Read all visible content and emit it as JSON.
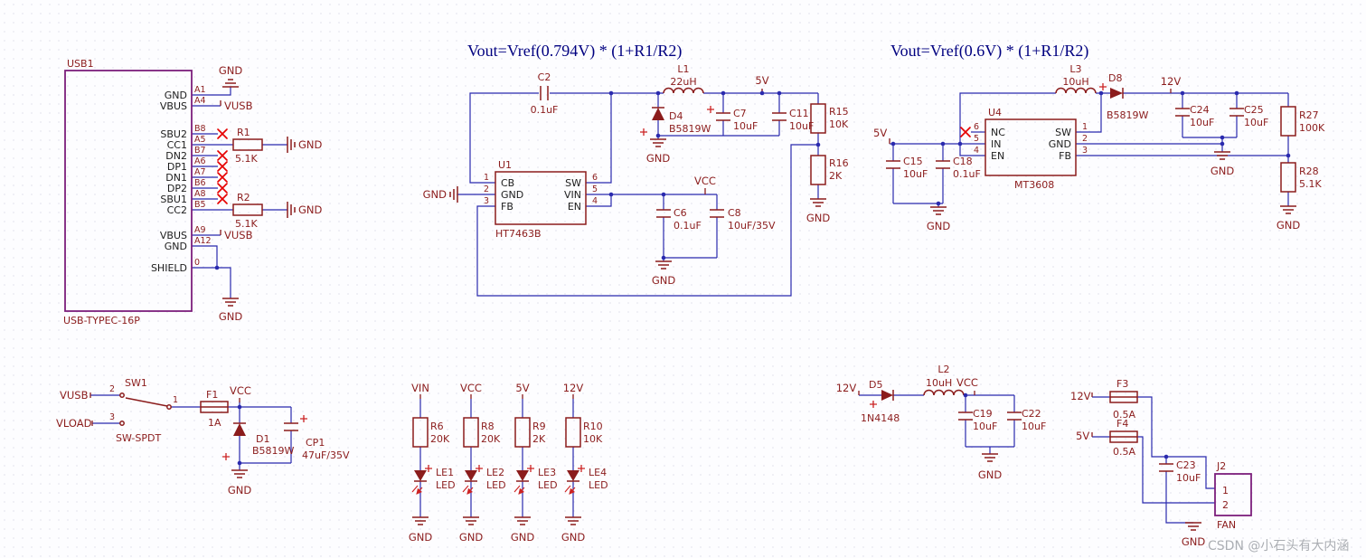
{
  "titles": {
    "buck": "Vout=Vref(0.794V) * (1+R1/R2)",
    "boost": "Vout=Vref(0.6V) * (1+R1/R2)"
  },
  "watermark": "CSDN @小石头有大内涵",
  "usb": {
    "refdes": "USB1",
    "part": "USB-TYPEC-16P",
    "pins": [
      {
        "name": "GND",
        "num": "A1"
      },
      {
        "name": "VBUS",
        "num": "A4"
      },
      {
        "name": "SBU2",
        "num": "B8"
      },
      {
        "name": "CC1",
        "num": "A5"
      },
      {
        "name": "DN2",
        "num": "B7"
      },
      {
        "name": "DP1",
        "num": "A6"
      },
      {
        "name": "DN1",
        "num": "A7"
      },
      {
        "name": "DP2",
        "num": "B6"
      },
      {
        "name": "SBU1",
        "num": "A8"
      },
      {
        "name": "CC2",
        "num": "B5"
      },
      {
        "name": "VBUS",
        "num": "A9"
      },
      {
        "name": "GND",
        "num": "A12"
      },
      {
        "name": "SHIELD",
        "num": "0"
      }
    ],
    "gnd_top": "GND",
    "vusb_top": "VUSB",
    "r1": {
      "ref": "R1",
      "val": "5.1K"
    },
    "r1_gnd": "GND",
    "r2": {
      "ref": "R2",
      "val": "5.1K"
    },
    "r2_gnd": "GND",
    "vusb_bottom": "VUSB",
    "gnd_bottom": "GND"
  },
  "buck": {
    "c2": {
      "ref": "C2",
      "val": "0.1uF"
    },
    "u1": {
      "refdes": "U1",
      "part": "HT7463B",
      "left_pins": [
        {
          "num": "1",
          "name": "CB"
        },
        {
          "num": "2",
          "name": "GND"
        },
        {
          "num": "3",
          "name": "FB"
        }
      ],
      "right_pins": [
        {
          "num": "6",
          "name": "SW"
        },
        {
          "num": "5",
          "name": "VIN"
        },
        {
          "num": "4",
          "name": "EN"
        }
      ]
    },
    "gnd_left": "GND",
    "d4": {
      "ref": "D4",
      "val": "B5819W"
    },
    "gnd_d4": "GND",
    "l1": {
      "ref": "L1",
      "val": "22uH"
    },
    "c7": {
      "ref": "C7",
      "val": "10uF"
    },
    "net_5v": "5V",
    "c11": {
      "ref": "C11",
      "val": "10uF"
    },
    "r15": {
      "ref": "R15",
      "val": "10K"
    },
    "r16": {
      "ref": "R16",
      "val": "2K"
    },
    "gnd_r16": "GND",
    "net_vcc": "VCC",
    "c6": {
      "ref": "C6",
      "val": "0.1uF"
    },
    "c8": {
      "ref": "C8",
      "val": "10uF/35V"
    },
    "gnd_c": "GND"
  },
  "boost": {
    "net_5v": "5V",
    "c15": {
      "ref": "C15",
      "val": "10uF"
    },
    "c18": {
      "ref": "C18",
      "val": "0.1uF"
    },
    "gnd_c": "GND",
    "u4": {
      "refdes": "U4",
      "part": "MT3608",
      "left_pins": [
        {
          "num": "6",
          "name": "NC"
        },
        {
          "num": "5",
          "name": "IN"
        },
        {
          "num": "4",
          "name": "EN"
        }
      ],
      "right_pins": [
        {
          "num": "1",
          "name": "SW"
        },
        {
          "num": "2",
          "name": "GND"
        },
        {
          "num": "3",
          "name": "FB"
        }
      ]
    },
    "l3": {
      "ref": "L3",
      "val": "10uH"
    },
    "d8": {
      "ref": "D8",
      "val": "B5819W"
    },
    "net_12v": "12V",
    "c24": {
      "ref": "C24",
      "val": "10uF"
    },
    "c25": {
      "ref": "C25",
      "val": "10uF"
    },
    "gnd_mid": "GND",
    "r27": {
      "ref": "R27",
      "val": "100K"
    },
    "r28": {
      "ref": "R28",
      "val": "5.1K"
    },
    "gnd_r28": "GND"
  },
  "power_in": {
    "net_vusb": "VUSB",
    "net_vload": "VLOAD",
    "sw1": {
      "refdes": "SW1",
      "part": "SW-SPDT",
      "pin2": "2",
      "pin3": "3",
      "pin1": "1"
    },
    "f1": {
      "ref": "F1",
      "val": "1A"
    },
    "net_vcc": "VCC",
    "d1": {
      "ref": "D1",
      "val": "B5819W"
    },
    "cp1": {
      "ref": "CP1",
      "val": "47uF/35V"
    },
    "gnd": "GND"
  },
  "leds": {
    "columns": [
      {
        "net": "VIN",
        "r_ref": "R6",
        "r_val": "20K",
        "led_ref": "LE1",
        "led_val": "LED",
        "gnd": "GND"
      },
      {
        "net": "VCC",
        "r_ref": "R8",
        "r_val": "20K",
        "led_ref": "LE2",
        "led_val": "LED",
        "gnd": "GND"
      },
      {
        "net": "5V",
        "r_ref": "R9",
        "r_val": "2K",
        "led_ref": "LE3",
        "led_val": "LED",
        "gnd": "GND"
      },
      {
        "net": "12V",
        "r_ref": "R10",
        "r_val": "10K",
        "led_ref": "LE4",
        "led_val": "LED",
        "gnd": "GND"
      }
    ]
  },
  "aux": {
    "net_12v": "12V",
    "d5": {
      "ref": "D5",
      "val": "1N4148"
    },
    "l2": {
      "ref": "L2",
      "val": "10uH"
    },
    "net_vcc": "VCC",
    "c19": {
      "ref": "C19",
      "val": "10uF"
    },
    "c22": {
      "ref": "C22",
      "val": "10uF"
    },
    "gnd": "GND"
  },
  "fan": {
    "net_12v": "12V",
    "f3": {
      "ref": "F3",
      "val": "0.5A"
    },
    "net_5v": "5V",
    "f4": {
      "ref": "F4",
      "val": "0.5A"
    },
    "c23": {
      "ref": "C23",
      "val": "10uF"
    },
    "j2": {
      "refdes": "J2",
      "part": "FAN",
      "pin1": "1",
      "pin2": "2"
    },
    "gnd": "GND"
  }
}
